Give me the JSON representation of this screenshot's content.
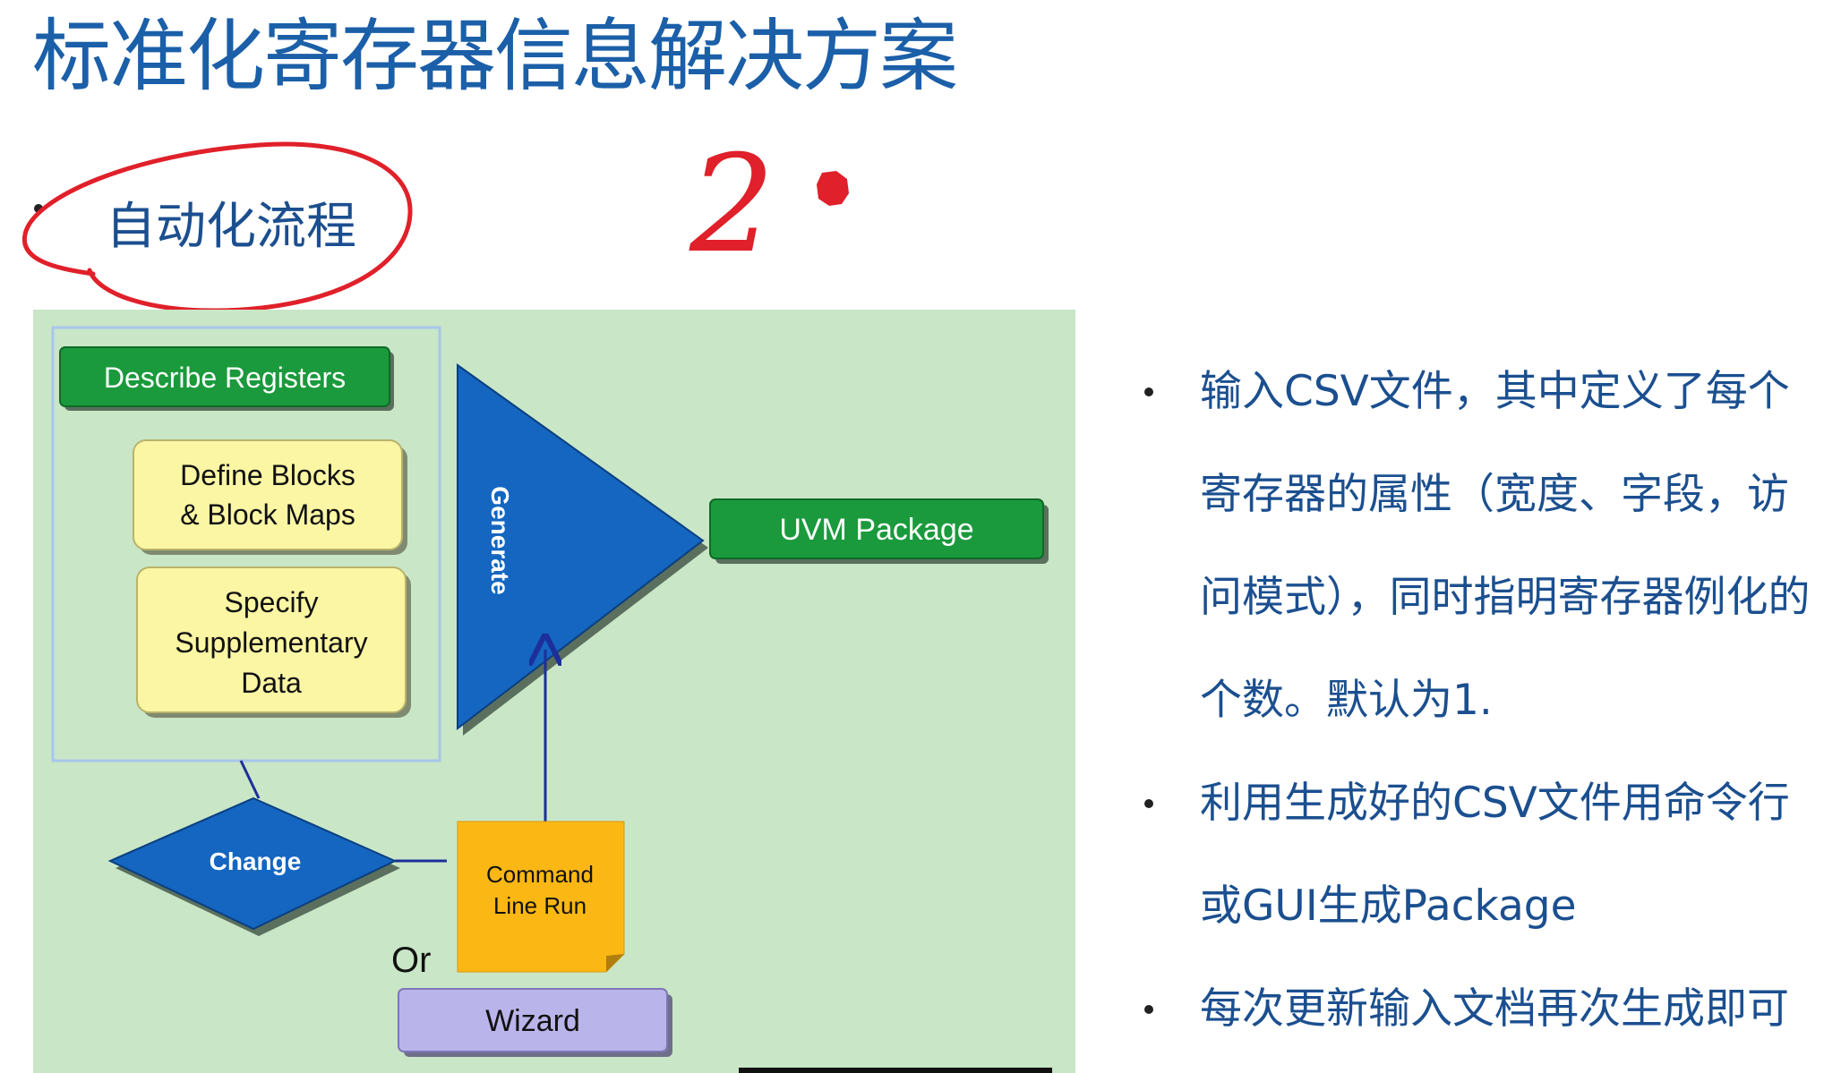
{
  "title": "标准化寄存器信息解决方案",
  "subtitle": "自动化流程",
  "annotation_mark": "2",
  "diagram": {
    "describe_registers": "Describe Registers",
    "define_blocks_line1": "Define Blocks",
    "define_blocks_line2": "& Block Maps",
    "specify_line1": "Specify",
    "specify_line2": "Supplementary",
    "specify_line3": "Data",
    "generate": "Generate",
    "uvm_package": "UVM Package",
    "change": "Change",
    "command_line1": "Command",
    "command_line2": "Line Run",
    "or": "Or",
    "wizard": "Wizard"
  },
  "bullets": [
    {
      "text": "输入CSV文件，其中定义了每个寄存器的属性（宽度、字段，访问模式），同时指明寄存器例化的个数。默认为1."
    },
    {
      "text": "利用生成好的CSV文件用命令行或GUI生成Package"
    },
    {
      "text": "每次更新输入文档再次生成即可"
    }
  ],
  "colors": {
    "title": "#1b5fa8",
    "body_text": "#1b4f8f",
    "diagram_bg": "#c9e6c7",
    "green_box": "#1a9a3c",
    "yellow_box": "#fbf6a4",
    "blue_shape": "#1466c0",
    "orange_note": "#fbb714",
    "wizard_box": "#b9b4ea",
    "annotation": "#e0202a"
  }
}
